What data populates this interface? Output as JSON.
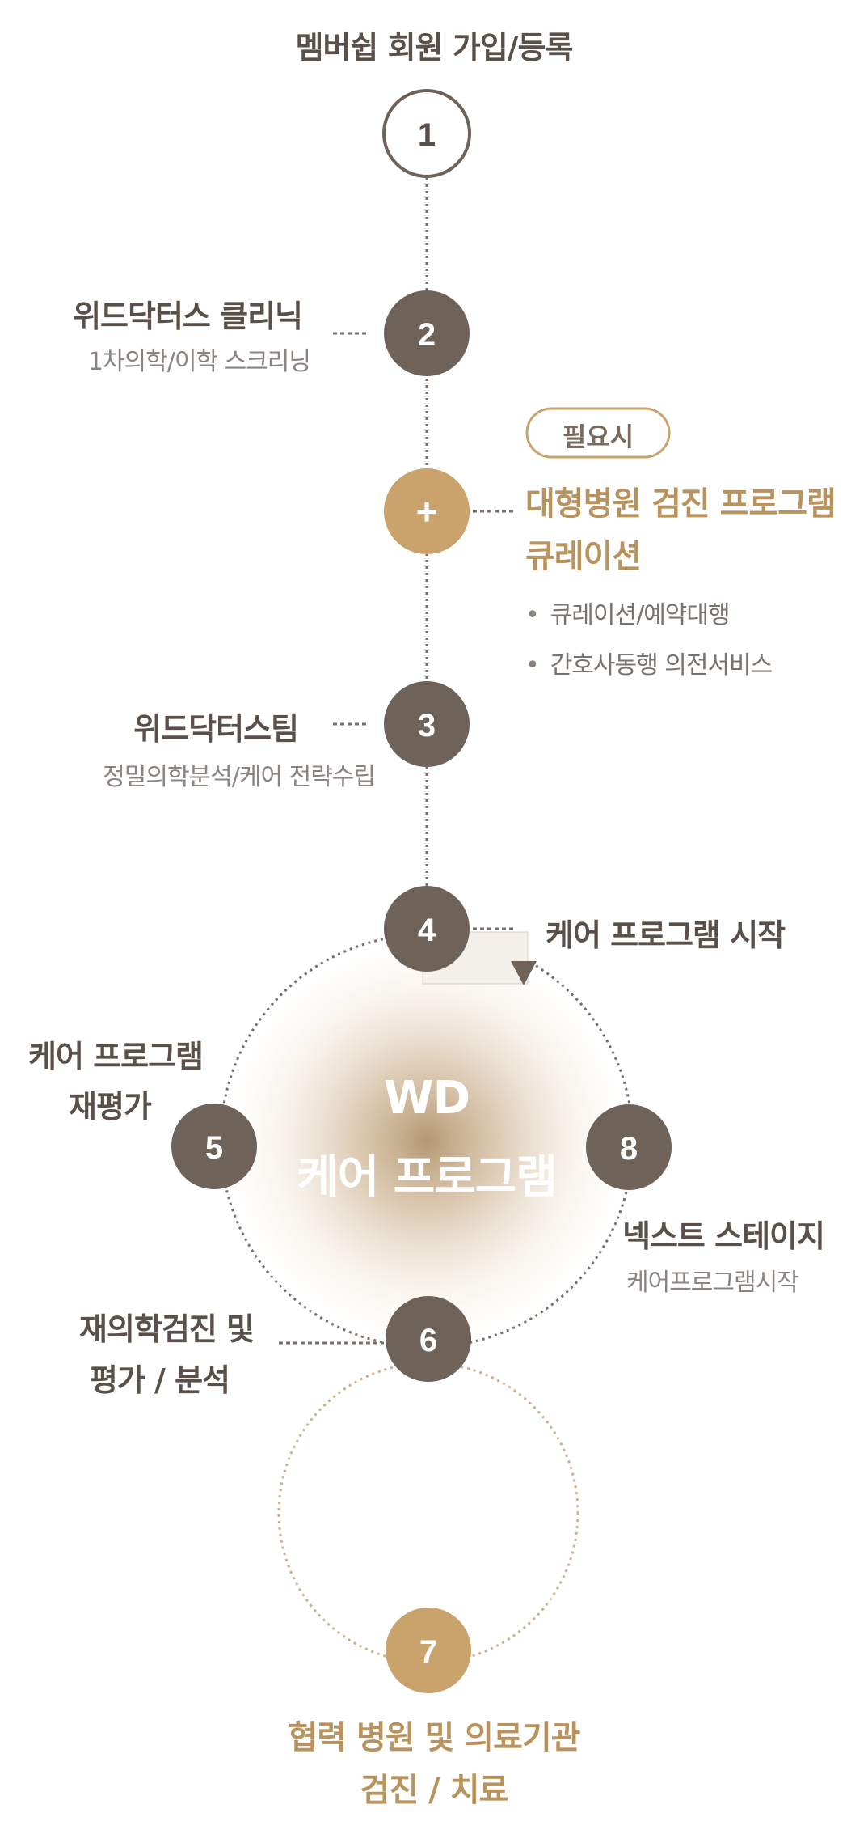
{
  "steps": {
    "s1": {
      "num": "1",
      "title": "멤버쉽 회원 가입/등록"
    },
    "s2": {
      "num": "2",
      "title": "위드닥터스 클리닉",
      "sub": "1차의학/이학 스크리닝"
    },
    "plus": {
      "num": "+",
      "badge": "필요시",
      "title_line1": "대형병원 검진 프로그램",
      "title_line2": "큐레이션",
      "bullets": [
        "큐레이션/예약대행",
        "간호사동행 의전서비스"
      ]
    },
    "s3": {
      "num": "3",
      "title": "위드닥터스팀",
      "sub": "정밀의학분석/케어 전략수립"
    },
    "s4": {
      "num": "4",
      "title": "케어 프로그램 시작"
    },
    "s5": {
      "num": "5",
      "title_line1": "케어 프로그램",
      "title_line2": "재평가"
    },
    "s6": {
      "num": "6",
      "title_line1": "재의학검진 및",
      "title_line2": "평가 / 분석"
    },
    "s7": {
      "num": "7",
      "title_line1": "협력 병원 및 의료기관",
      "title_line2": "검진 / 치료"
    },
    "s8": {
      "num": "8",
      "title": "넥스트 스테이지",
      "sub": "케어프로그램시작"
    }
  },
  "center": {
    "line1": "WD",
    "line2": "케어 프로그램"
  },
  "colors": {
    "dark": "#6e6259",
    "gold": "#c9a36b",
    "ring": "#6a5f58",
    "text": "#5a4f49",
    "gold_text": "#b8935e"
  }
}
